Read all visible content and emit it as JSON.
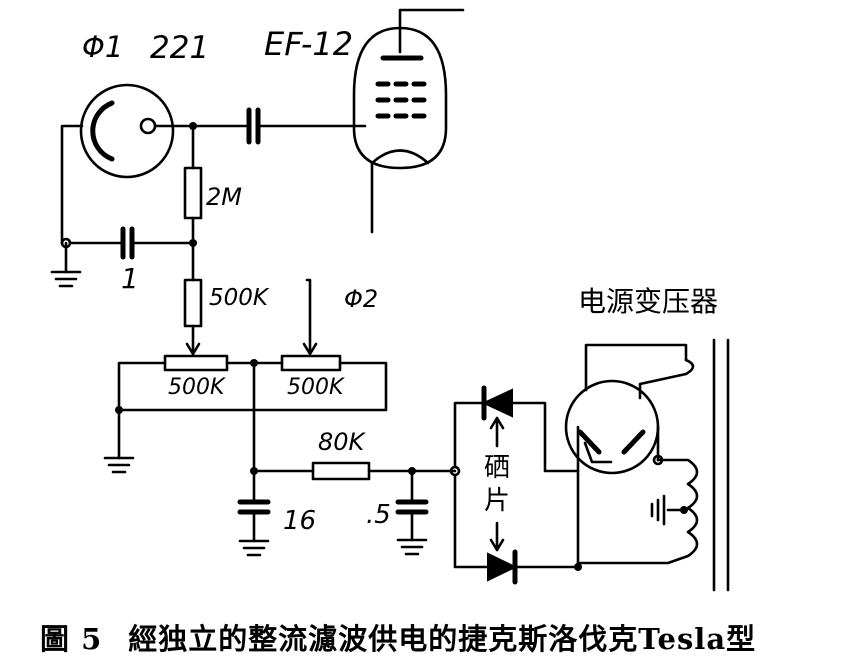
{
  "labels": {
    "phi1": "Φ1",
    "tube_221": "221",
    "tube_ef12": "EF-12",
    "r_2m": "2M",
    "c_1": "1",
    "r_500k_upper": "500K",
    "phi2": "Φ2",
    "pot_500k_left": "500K",
    "pot_500k_right": "500K",
    "r_80k": "80K",
    "c_16": "16",
    "c_05": ".5",
    "transformer": "电源变压器",
    "rectifier_1": "硒",
    "rectifier_2": "片"
  },
  "caption": {
    "figure": "圖 5",
    "text": "經独立的整流濾波供电的捷克斯洛伐克Tesla型"
  }
}
